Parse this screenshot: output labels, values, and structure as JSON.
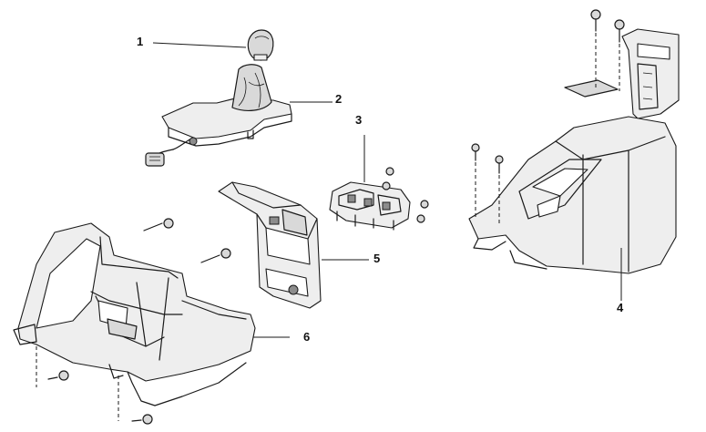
{
  "callouts": [
    {
      "id": "1",
      "label": "1",
      "part": "shift-knob"
    },
    {
      "id": "2",
      "label": "2",
      "part": "shift-boot-bezel"
    },
    {
      "id": "3",
      "label": "3",
      "part": "switch-bracket"
    },
    {
      "id": "4",
      "label": "4",
      "part": "rear-console-box"
    },
    {
      "id": "5",
      "label": "5",
      "part": "center-bracket"
    },
    {
      "id": "6",
      "label": "6",
      "part": "front-console-panel"
    }
  ]
}
